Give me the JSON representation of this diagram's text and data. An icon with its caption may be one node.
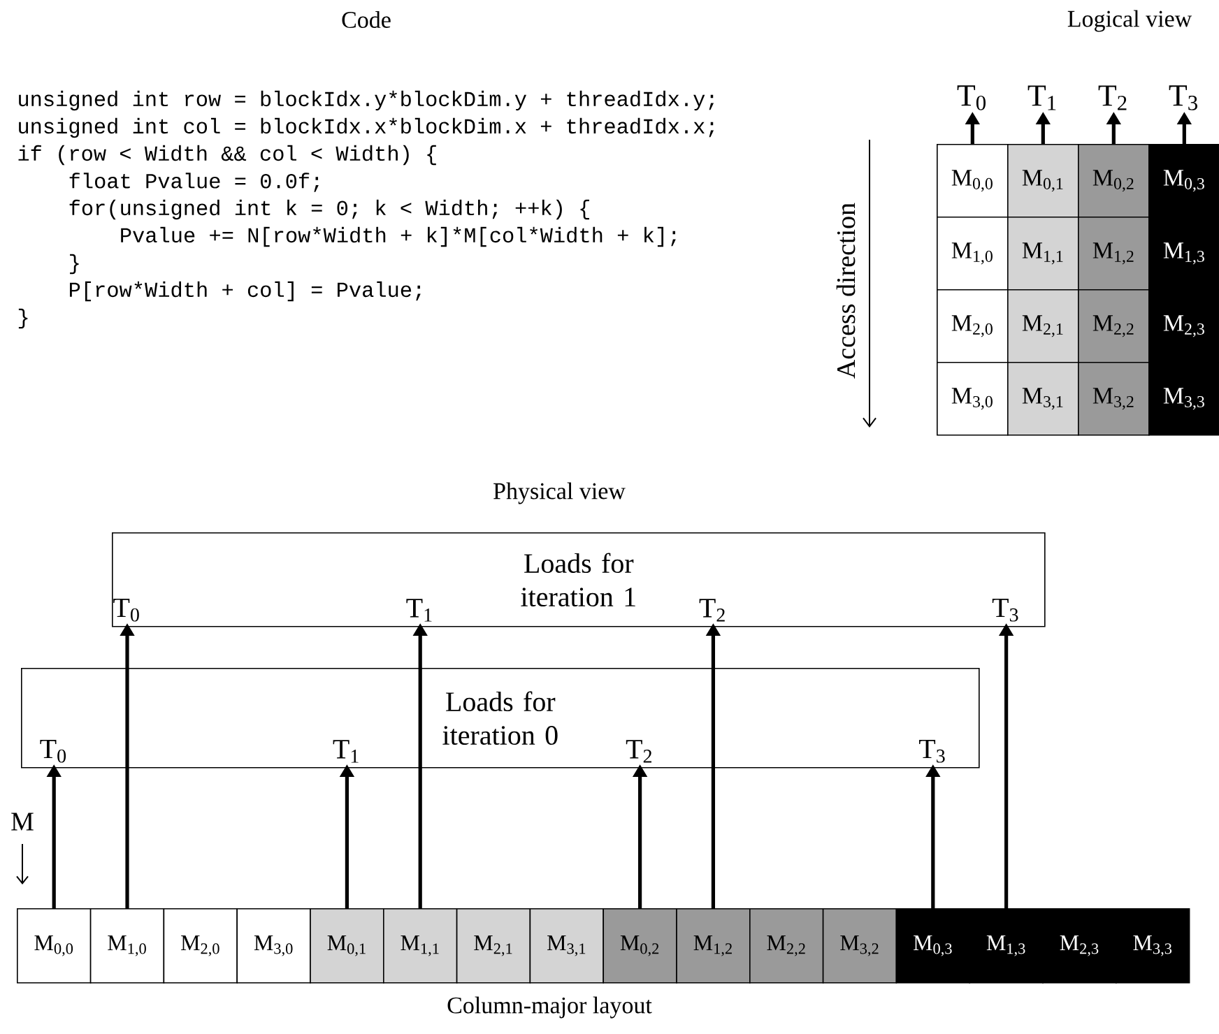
{
  "diagram": {
    "nodes": [
      {
        "text": [
          "T$_{0}$"
        ]
      },
      {
        "text": [
          "T$_{1}$"
        ]
      },
      {
        "text": [
          "T$_{2}$"
        ]
      },
      {
        "text": [
          "T$_{3}$"
        ]
      },
      {
        "text": [
          "M$_{0,0}$"
        ]
      },
      {
        "text": [
          "M$_{0,1}$"
        ]
      },
      {
        "text": [
          "M$_{0,2}$"
        ]
      },
      {
        "text": [
          "M$_{0,3}$"
        ]
      },
      {
        "text": [
          "M$_{1,0}$"
        ]
      },
      {
        "text": [
          "M$_{1,1}$"
        ]
      },
      {
        "text": [
          "M$_{1,2}$"
        ]
      },
      {
        "text": [
          "M$_{1,3}$"
        ]
      },
      {
        "text": [
          "M$_{2,0}$"
        ]
      },
      {
        "text": [
          "M$_{2,1}$"
        ]
      },
      {
        "text": [
          "M$_{2,2}$"
        ]
      },
      {
        "text": [
          "M$_{2,3}$"
        ]
      },
      {
        "text": [
          "M$_{3,0}$"
        ]
      },
      {
        "text": [
          "M$_{3,1}$"
        ]
      },
      {
        "text": [
          "M$_{3,2}$"
        ]
      },
      {
        "text": [
          "M$_{3,3}$"
        ]
      },
      {
        "text": [
          "Loads for iteration 1"
        ]
      },
      {
        "text": [
          "T$_{0}$"
        ],
        "in": 20
      },
      {
        "text": [
          "T$_{1}$"
        ],
        "in": 20
      },
      {
        "text": [
          "T$_{2}$"
        ],
        "in": 20
      },
      {
        "text": [
          "T$_{3}$"
        ],
        "in": 20
      },
      {
        "text": [
          "Loads for iteration 0"
        ]
      },
      {
        "text": [
          "T$_{0}$"
        ],
        "in": 25
      },
      {
        "text": [
          "T$_{1}$"
        ],
        "in": 25
      },
      {
        "text": [
          "T$_{2}$"
        ],
        "in": 25
      },
      {
        "text": [
          "T$_{3}$"
        ],
        "in": 25
      },
      {
        "text": [
          "M$_{0,0}$"
        ]
      },
      {
        "text": [
          "M$_{1,0}$"
        ]
      },
      {
        "text": [
          "M$_{2,0}$"
        ]
      },
      {
        "text": [
          "M$_{3,0}$"
        ]
      },
      {
        "text": [
          "M$_{0,1}$"
        ]
      },
      {
        "text": [
          "M$_{1,1}$"
        ]
      },
      {
        "text": [
          "M$_{2,1}$"
        ]
      },
      {
        "text": [
          "M$_{3,1}$"
        ]
      },
      {
        "text": [
          "M$_{0,2}$"
        ]
      },
      {
        "text": [
          "M$_{1,2}$"
        ]
      },
      {
        "text": [
          "M$_{2,2}$"
        ]
      },
      {
        "text": [
          "M$_{3,2}$"
        ]
      },
      {
        "text": [
          "M$_{0,3}$"
        ]
      },
      {
        "text": [
          "M$_{1,3}$"
        ]
      },
      {
        "text": [
          "M$_{2,3}$"
        ]
      },
      {
        "text": [
          "M$_{3,3}$"
        ]
      }
    ],
    "edges": [
      {
        "from": 4,
        "to": 0,
        "arrow": "to"
      },
      {
        "from": 5,
        "to": 1,
        "arrow": "to"
      },
      {
        "from": 6,
        "to": 2,
        "arrow": "to"
      },
      {
        "from": 7,
        "to": 3,
        "arrow": "to"
      },
      {
        "from": 31,
        "to": 21,
        "arrow": "to"
      },
      {
        "from": 35,
        "to": 22,
        "arrow": "to"
      },
      {
        "from": 39,
        "to": 23,
        "arrow": "to"
      },
      {
        "from": 43,
        "to": 24,
        "arrow": "to"
      },
      {
        "from": 30,
        "to": 26,
        "arrow": "to"
      },
      {
        "from": 34,
        "to": 27,
        "arrow": "to"
      },
      {
        "from": 38,
        "to": 28,
        "arrow": "to"
      },
      {
        "from": 42,
        "to": 29,
        "arrow": "to"
      }
    ],
    "labels": [
      "Code",
      "unsigned int row = blockIdx.y*blockDim.y + threadIdx.y;",
      "unsigned int col = blockIdx.x*blockDim.x + threadIdx.x;",
      "if (row < Width && col < Width) {",
      "float Pvalue = 0.0f;",
      "for(unsigned int k = 0; k < Width; ++k) {",
      "Pvalue += N[row*Width + k]*M[col*Width + k];",
      "}",
      "P[row*Width + col] = Pvalue;",
      "}",
      "Logical view",
      "Access direction",
      "Physical view",
      "M",
      "Column-major layout"
    ]
  }
}
